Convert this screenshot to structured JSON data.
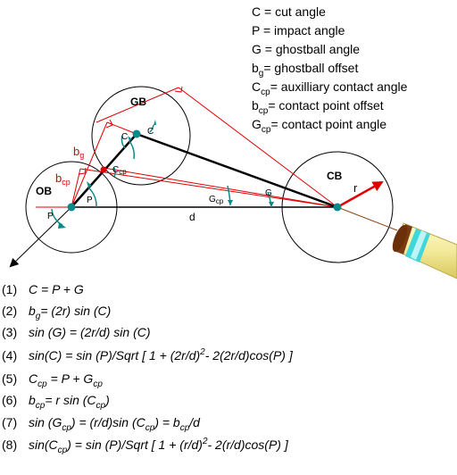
{
  "legend": [
    {
      "sym": "C",
      "sub": "",
      "rest": " = cut angle"
    },
    {
      "sym": "P",
      "sub": "",
      "rest": " = impact angle"
    },
    {
      "sym": "G",
      "sub": "",
      "rest": " = ghostball angle"
    },
    {
      "sym": "b",
      "sub": "g",
      "rest": "= ghostball offset"
    },
    {
      "sym": "C",
      "sub": "cp",
      "rest": "= auxilliary contact angle"
    },
    {
      "sym": "b",
      "sub": "cp",
      "rest": "= contact point offset"
    },
    {
      "sym": "G",
      "sub": "cp",
      "rest": "= contact point angle"
    }
  ],
  "balls": {
    "ob": "OB",
    "gb": "GB",
    "cb": "CB"
  },
  "labels": {
    "d": "d",
    "r": "r",
    "bg_b": "b",
    "bg_sub": "g",
    "bcp_b": "b",
    "bcp_sub": "cp",
    "p_ob": "P",
    "p_inner": "P",
    "c_gb1": "C",
    "c_gb2": "C",
    "ccp_c": "C",
    "ccp_sub": "cp",
    "gcp_g": "G",
    "gcp_sub": "cp",
    "g_cb": "G"
  },
  "equations": [
    {
      "num": "(1)",
      "parts": [
        {
          "t": "C = P + G"
        }
      ]
    },
    {
      "num": "(2)",
      "parts": [
        {
          "t": "b"
        },
        {
          "t": "g",
          "sub": true
        },
        {
          "t": "= (2r) sin (C)"
        }
      ]
    },
    {
      "num": "(3)",
      "parts": [
        {
          "t": "sin (G) = (2r/d) sin (C)"
        }
      ]
    },
    {
      "num": "(4)",
      "parts": [
        {
          "t": "sin(C) = sin (P)/Sqrt [ 1 + (2r/d)"
        },
        {
          "t": "2",
          "sup": true
        },
        {
          "t": "- 2(2r/d)cos(P) ]"
        }
      ]
    },
    {
      "num": "(5)",
      "parts": [
        {
          "t": "C"
        },
        {
          "t": "cp",
          "sub": true
        },
        {
          "t": " = P + G"
        },
        {
          "t": "cp",
          "sub": true
        }
      ]
    },
    {
      "num": "(6)",
      "parts": [
        {
          "t": "b"
        },
        {
          "t": "cp",
          "sub": true
        },
        {
          "t": "= r sin (C"
        },
        {
          "t": "cp",
          "sub": true
        },
        {
          "t": ")"
        }
      ]
    },
    {
      "num": "(7)",
      "parts": [
        {
          "t": "sin (G"
        },
        {
          "t": "cp",
          "sub": true
        },
        {
          "t": ") = (r/d)sin (C"
        },
        {
          "t": "cp",
          "sub": true
        },
        {
          "t": ") = b"
        },
        {
          "t": "cp",
          "sub": true
        },
        {
          "t": "/d"
        }
      ]
    },
    {
      "num": "(8)",
      "parts": [
        {
          "t": "sin(C"
        },
        {
          "t": "cp",
          "sub": true
        },
        {
          "t": ") = sin (P)/Sqrt [ 1 + (r/d)"
        },
        {
          "t": "2",
          "sup": true
        },
        {
          "t": "- 2(r/d)cos(P) ]"
        }
      ]
    }
  ],
  "colors": {
    "red": "#e00000",
    "teal": "#0b8a8a",
    "line": "#000000",
    "cue_body": "#f3ea9a",
    "cue_band": "#3fd6dc",
    "cue_tip": "#7a3b10"
  }
}
